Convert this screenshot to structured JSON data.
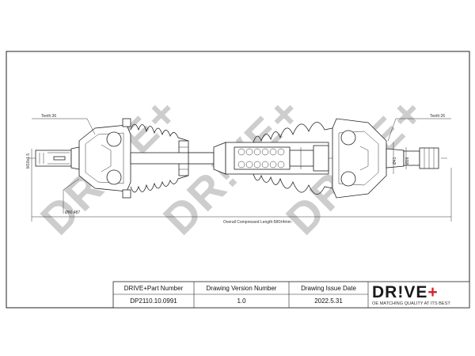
{
  "watermark": {
    "text": "DR!VE+"
  },
  "dimensions": {
    "teeth_left": "Teeth:36",
    "teeth_right": "Teeth:26",
    "thread": "M18x1.5",
    "abs_diameter": "Ø80.487",
    "overall_length": "Overall  Compressed  Length:580±4mm",
    "dia_a": "Ø41",
    "dia_b": "Ø26"
  },
  "title_block": {
    "headers": {
      "part_number": "DRIVE+Part Number",
      "version": "Drawing Version Number",
      "issue_date": "Drawing Issue Date"
    },
    "values": {
      "part_number": "DP2110.10.0991",
      "version": "1.0",
      "issue_date": "2022.5.31"
    }
  },
  "logo": {
    "text_left": "DR!VE",
    "text_plus": "+",
    "tagline": "OE MATCHING QUALITY AT ITS BEST"
  },
  "colors": {
    "logo_red": "#d3232a",
    "watermark": "#bdbdbd",
    "line": "#222222"
  }
}
